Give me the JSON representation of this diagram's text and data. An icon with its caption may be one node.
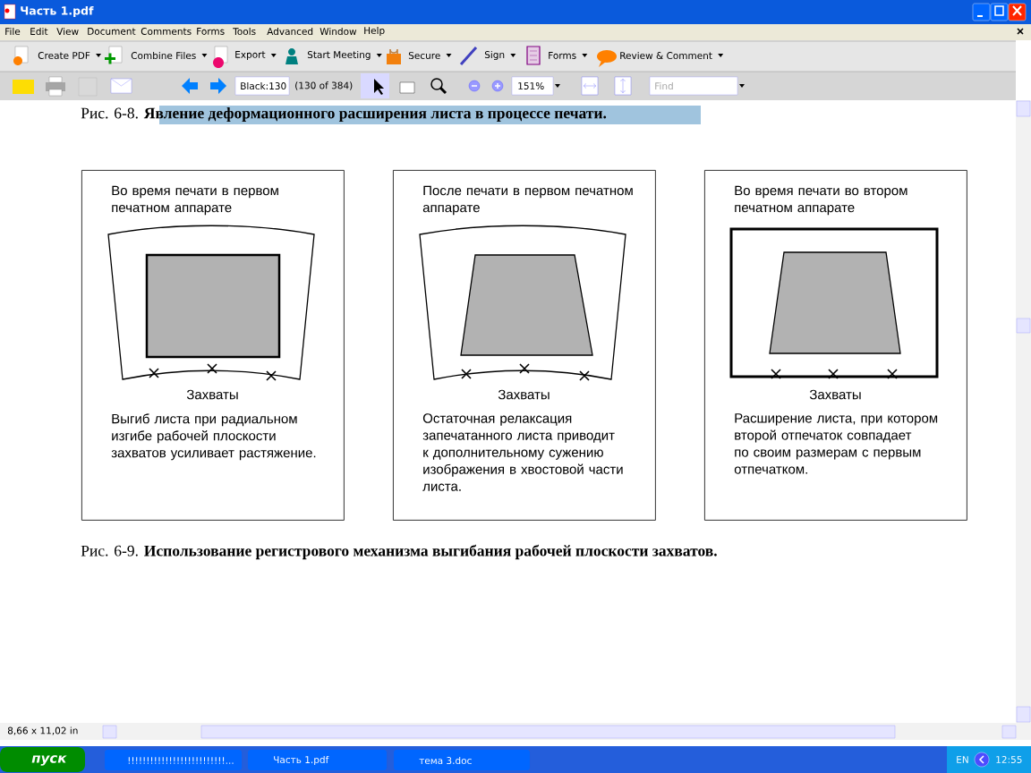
{
  "diagram": {
    "title": "Рис. 6-8. **Явление деформационного расширения листа в процессе печати.**",
    "nodes": [
      {
        "text": [
          "Во время печати в первом печатном аппарате",
          "Захваты",
          "Выгиб листа при радиальном изгибе рабочей плоскости захватов усиливает растяжение."
        ]
      },
      {
        "text": [
          "После печати в первом печатном аппарате",
          "Захваты",
          "Остаточная релаксация запечатанного листа приводит к дополнительному сужению изображения в хвостовой части листа."
        ]
      },
      {
        "text": [
          "Во время печати во втором печатном аппарате",
          "Захваты",
          "Расширение листа, при котором второй отпечаток совпадает по своим размерам с первым отпечатком."
        ]
      }
    ],
    "labels": [
      "Часть 1.pdf",
      "File",
      "Edit",
      "View",
      "Document",
      "Comments",
      "Forms",
      "Tools",
      "Advanced",
      "Window",
      "Help",
      "Create PDF",
      "Combine Files",
      "Export",
      "Start Meeting",
      "Secure",
      "Sign",
      "Forms",
      "Review & Comment",
      "Black:130",
      "(130 of 384)",
      "151%",
      "Find",
      "Рис. 6-9. **Использование регистрового механизма выгибания рабочей плоскости захватов.**",
      "8,66 x 11,02 in",
      "пуск",
      "!!!!!!!!!!!!!!!!!!!!!!!!!!...",
      "Часть 1.pdf",
      "тема 3.doc",
      "EN",
      "12:55"
    ]
  }
}
